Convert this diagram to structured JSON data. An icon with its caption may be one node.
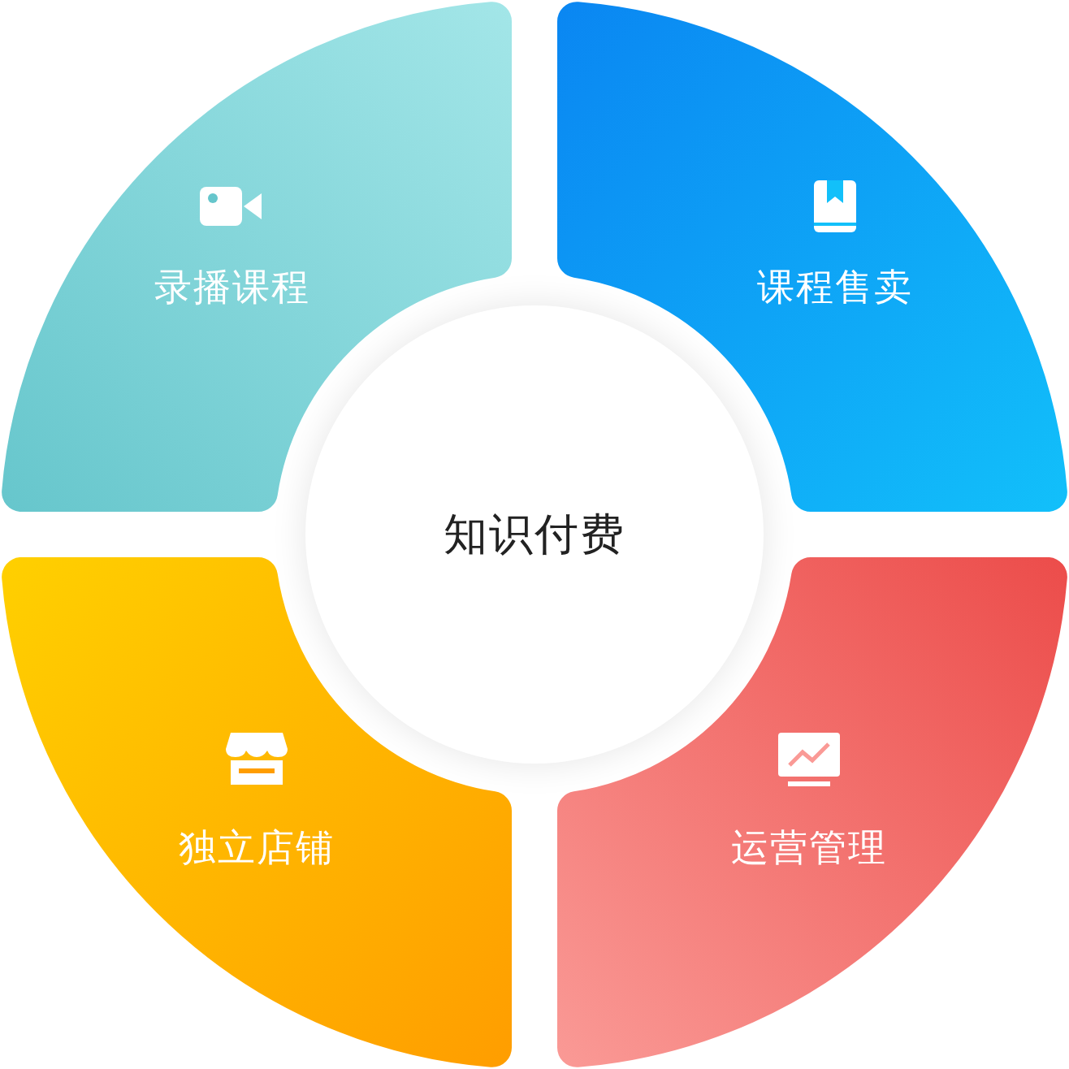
{
  "diagram": {
    "nodes": [
      {
        "text": [
          "录播课程"
        ]
      },
      {
        "text": [
          "课程售卖"
        ]
      },
      {
        "text": [
          "知识付费"
        ]
      },
      {
        "text": [
          "独立店铺"
        ]
      },
      {
        "text": [
          "运营管理"
        ]
      }
    ]
  }
}
